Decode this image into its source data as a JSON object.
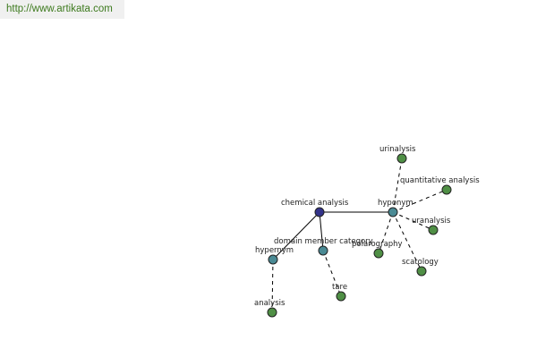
{
  "header": {
    "url": "http://www.artikata.com"
  },
  "colors": {
    "root": "#33338a",
    "relation": "#4a8a94",
    "leaf": "#4f8f45"
  },
  "graph": {
    "nodes": [
      {
        "id": "chemical-analysis",
        "label": "chemical analysis",
        "kind": "root"
      },
      {
        "id": "hyponym",
        "label": "hyponym",
        "kind": "relation"
      },
      {
        "id": "hypernym",
        "label": "hypernym",
        "kind": "relation"
      },
      {
        "id": "domain-member-category",
        "label": "domain member category",
        "kind": "relation"
      },
      {
        "id": "urinalysis",
        "label": "urinalysis",
        "kind": "leaf"
      },
      {
        "id": "quantitative-analysis",
        "label": "quantitative analysis",
        "kind": "leaf"
      },
      {
        "id": "uranalysis",
        "label": "uranalysis",
        "kind": "leaf"
      },
      {
        "id": "polarography",
        "label": "polarography",
        "kind": "leaf"
      },
      {
        "id": "scatology",
        "label": "scatology",
        "kind": "leaf"
      },
      {
        "id": "analysis",
        "label": "analysis",
        "kind": "leaf"
      },
      {
        "id": "tare",
        "label": "tare",
        "kind": "leaf"
      }
    ],
    "edges": [
      {
        "from": "chemical-analysis",
        "to": "hyponym",
        "style": "solid"
      },
      {
        "from": "chemical-analysis",
        "to": "hypernym",
        "style": "solid"
      },
      {
        "from": "chemical-analysis",
        "to": "domain-member-category",
        "style": "solid"
      },
      {
        "from": "hyponym",
        "to": "urinalysis",
        "style": "dashed"
      },
      {
        "from": "hyponym",
        "to": "quantitative-analysis",
        "style": "dashed"
      },
      {
        "from": "hyponym",
        "to": "uranalysis",
        "style": "dashed"
      },
      {
        "from": "hyponym",
        "to": "polarography",
        "style": "dashed"
      },
      {
        "from": "hyponym",
        "to": "scatology",
        "style": "dashed"
      },
      {
        "from": "hypernym",
        "to": "analysis",
        "style": "dashed"
      },
      {
        "from": "domain-member-category",
        "to": "tare",
        "style": "dashed"
      }
    ]
  }
}
